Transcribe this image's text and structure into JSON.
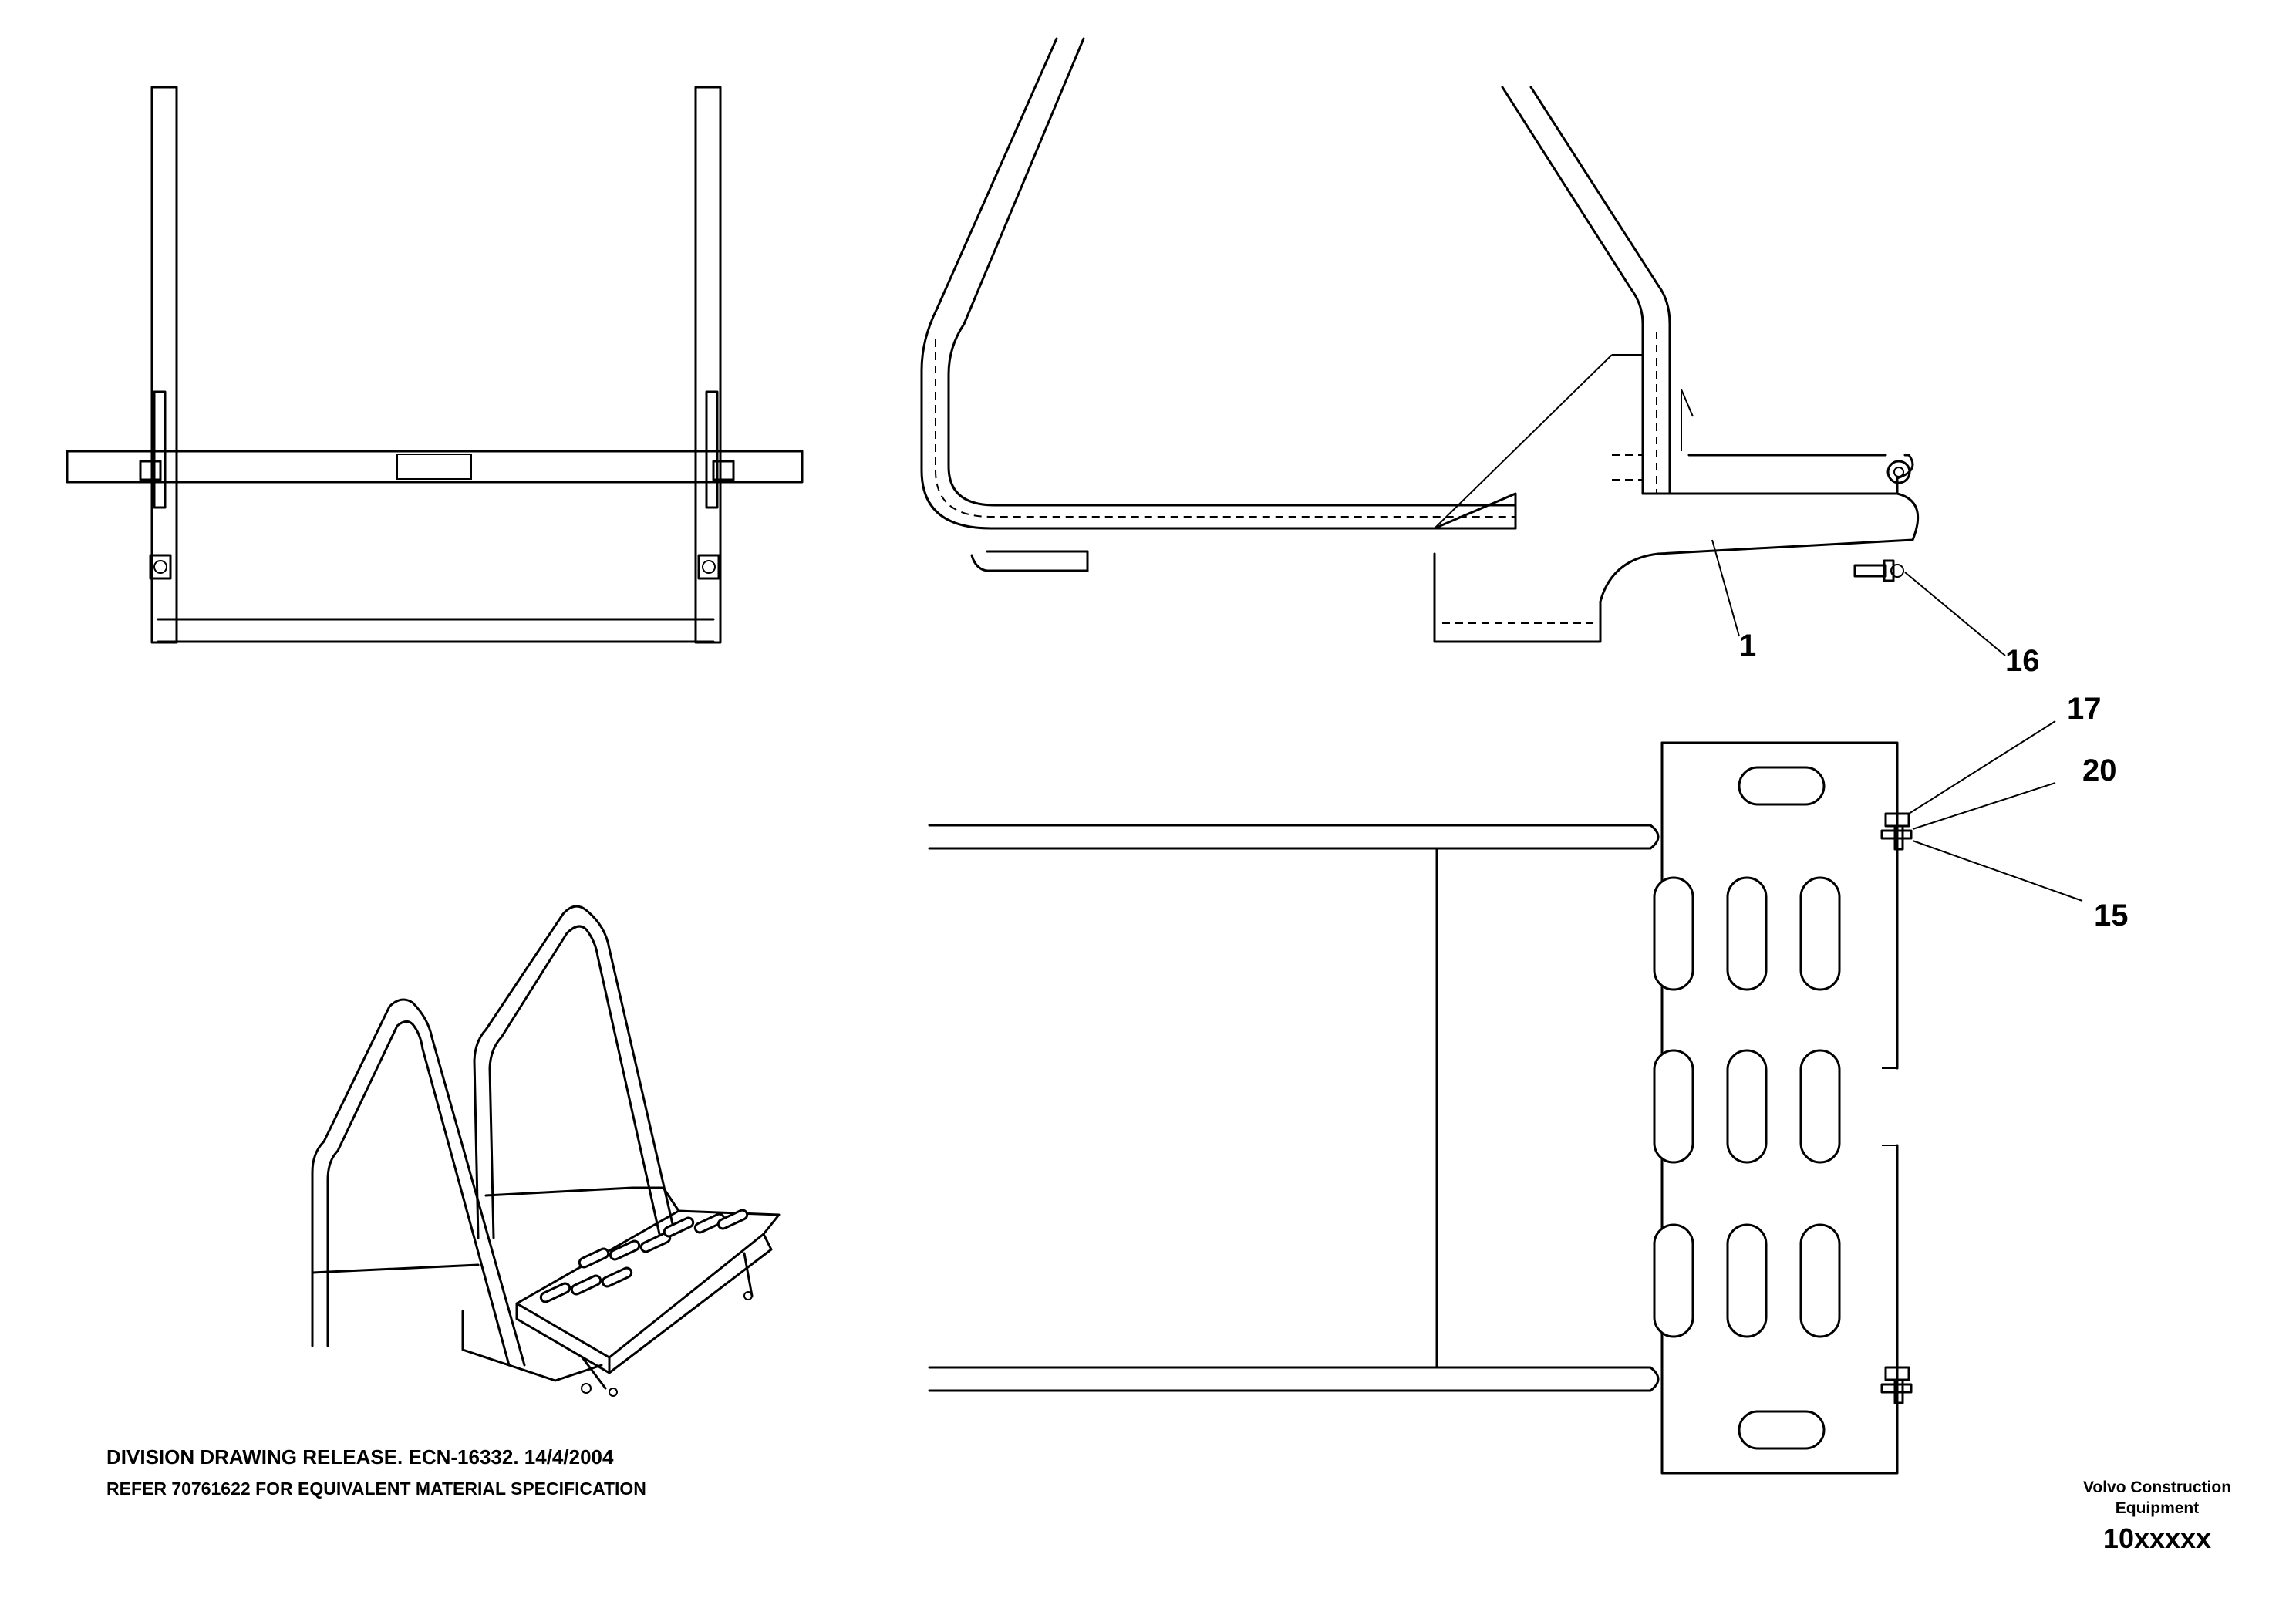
{
  "callouts": [
    "1",
    "16",
    "17",
    "20",
    "15"
  ],
  "notes": {
    "release": "DIVISION DRAWING RELEASE. ECN-16332.  14/4/2004",
    "material": "REFER 70761622 FOR EQUIVALENT MATERIAL SPECIFICATION"
  },
  "titleblock": {
    "company_line1": "Volvo Construction",
    "company_line2": "Equipment",
    "drawing_number": "10xxxxx"
  }
}
